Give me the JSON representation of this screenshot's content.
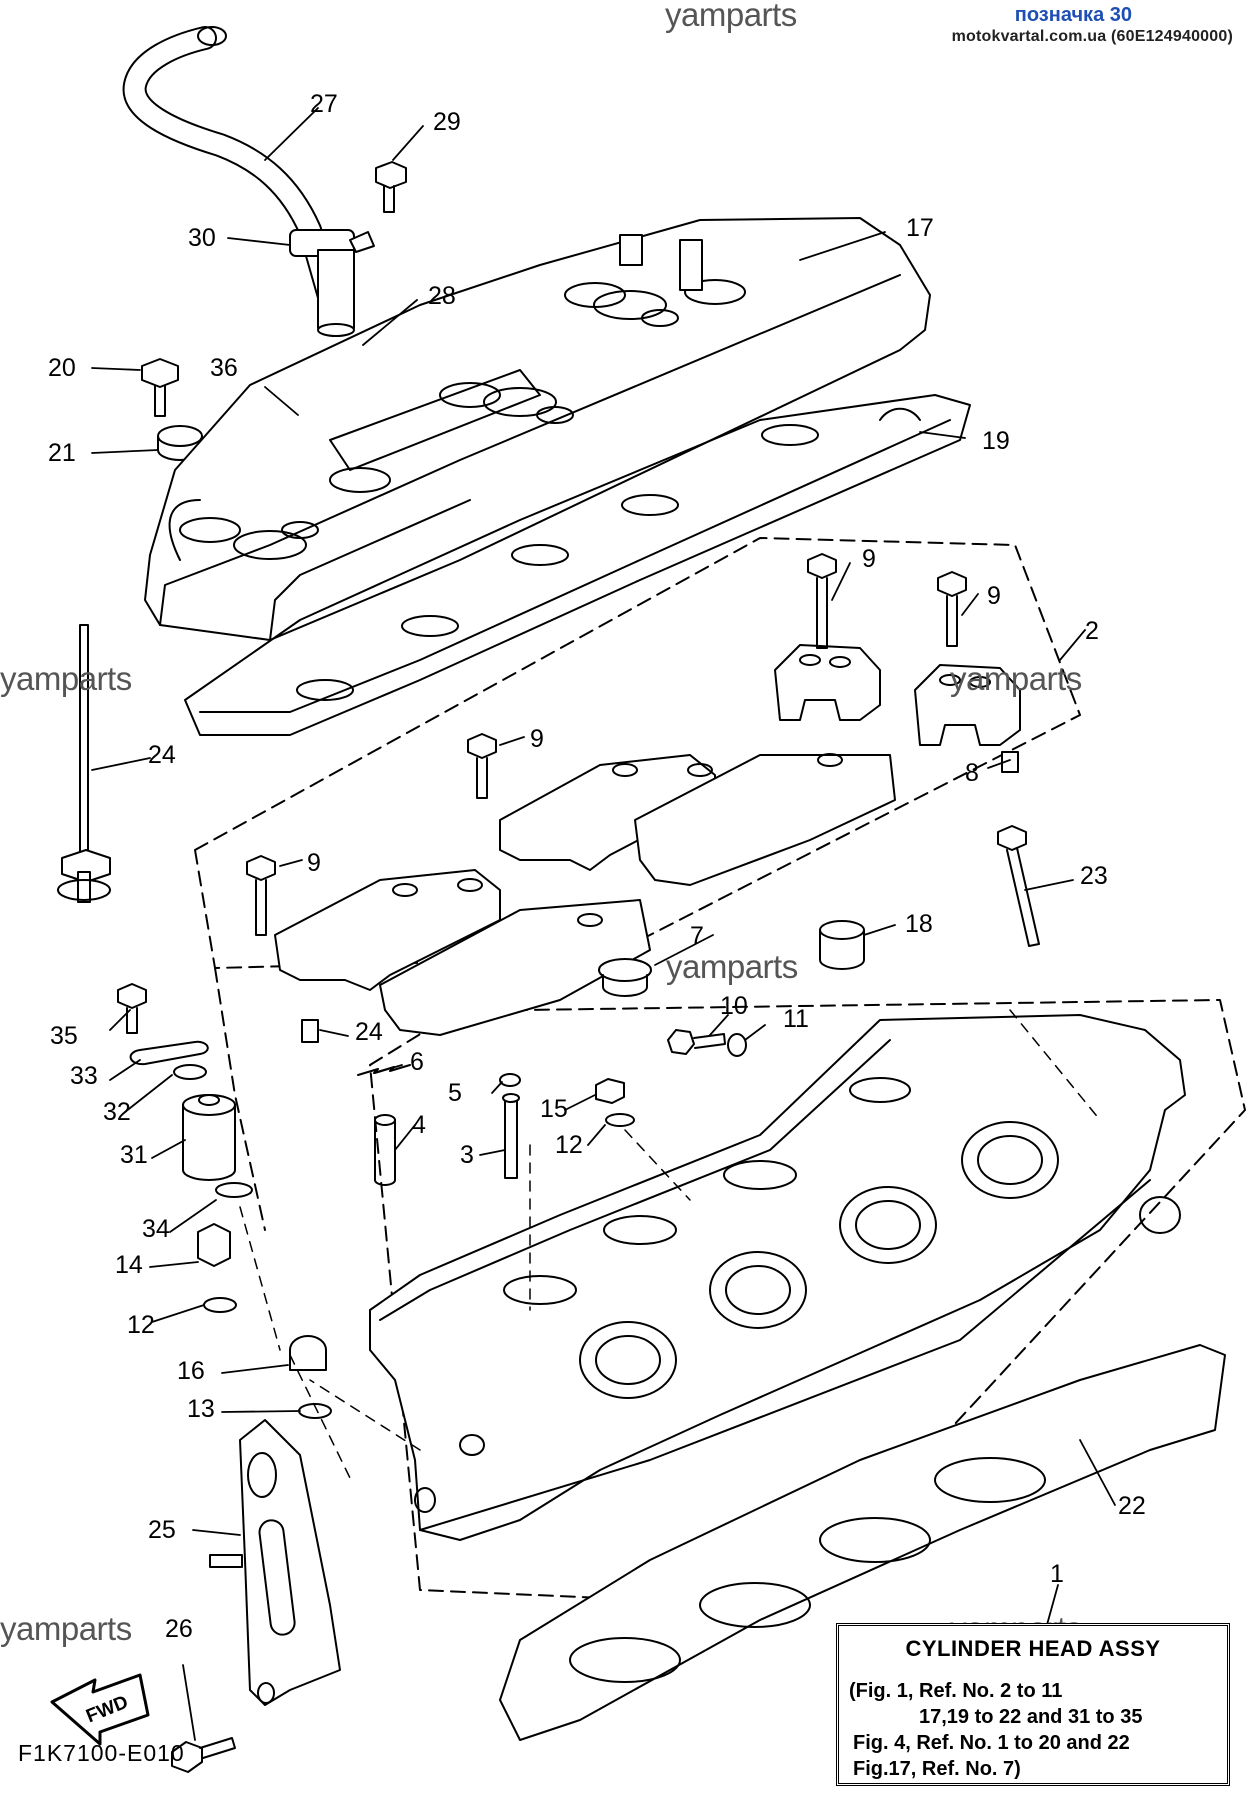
{
  "header": {
    "diagram_mark": "позначка 30",
    "source": "motokvartal.com.ua (60E124940000)"
  },
  "watermark": {
    "text": "yamparts"
  },
  "figure_code": "F1K7100-E010",
  "direction_marker": {
    "label": "FWD"
  },
  "callouts": [
    "27",
    "29",
    "17",
    "30",
    "28",
    "20",
    "36",
    "19",
    "21",
    "9",
    "2",
    "24",
    "8",
    "23",
    "18",
    "7",
    "10",
    "11",
    "35",
    "6",
    "33",
    "32",
    "5",
    "15",
    "4",
    "31",
    "3",
    "12",
    "34",
    "14",
    "16",
    "13",
    "22",
    "25",
    "1",
    "26"
  ],
  "info_box": {
    "title": "CYLINDER HEAD ASSY",
    "line1": "(Fig. 1, Ref. No. 2 to 11",
    "line2": "17,19 to 22 and 31 to 35",
    "line3": "Fig. 4, Ref. No. 1 to 20 and 22",
    "line4": "Fig.17, Ref. No. 7)"
  }
}
